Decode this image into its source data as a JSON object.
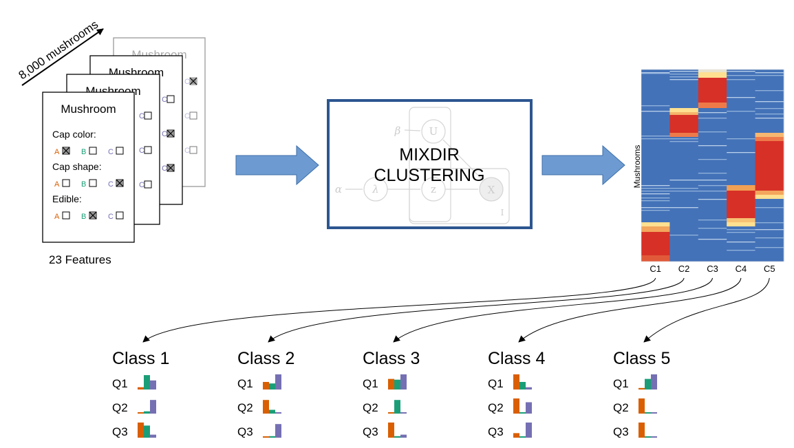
{
  "diagram": {
    "arrow_label": "8,000 mushrooms",
    "card": {
      "title": "Mushroom",
      "questions": [
        {
          "label": "Cap color:",
          "checked": "A"
        },
        {
          "label": "Cap shape:",
          "checked": "C"
        },
        {
          "label": "Edible:",
          "checked": "B"
        }
      ],
      "options": [
        "A",
        "B",
        "C"
      ],
      "option_colors": [
        "#d95f02",
        "#1b9e77",
        "#7570b3"
      ]
    },
    "features_label": "23 Features",
    "method_label_line1": "MIXDIR",
    "method_label_line2": "CLUSTERING",
    "graph": {
      "node_u": "U",
      "node_lambda": "λ",
      "node_z": "z",
      "node_x": "X",
      "param_beta": "β",
      "param_alpha": "α",
      "plate_i": "I"
    },
    "heatmap": {
      "y_label": "Mushrooms",
      "columns": [
        "C1",
        "C2",
        "C3",
        "C4",
        "C5"
      ]
    },
    "classes": [
      {
        "title": "Class 1",
        "questions": [
          {
            "label": "Q1",
            "values": [
              0.15,
              0.95,
              0.6
            ]
          },
          {
            "label": "Q2",
            "values": [
              0.05,
              0.15,
              0.9
            ]
          },
          {
            "label": "Q3",
            "values": [
              1.0,
              0.8,
              0.2
            ]
          }
        ]
      },
      {
        "title": "Class 2",
        "questions": [
          {
            "label": "Q1",
            "values": [
              0.5,
              0.4,
              1.0
            ]
          },
          {
            "label": "Q2",
            "values": [
              0.9,
              0.25,
              0.05
            ]
          },
          {
            "label": "Q3",
            "values": [
              0.05,
              0.1,
              0.9
            ]
          }
        ]
      },
      {
        "title": "Class 3",
        "questions": [
          {
            "label": "Q1",
            "values": [
              0.7,
              0.65,
              1.0
            ]
          },
          {
            "label": "Q2",
            "values": [
              0.05,
              0.9,
              0.05
            ]
          },
          {
            "label": "Q3",
            "values": [
              1.0,
              0.1,
              0.2
            ]
          }
        ]
      },
      {
        "title": "Class 4",
        "questions": [
          {
            "label": "Q1",
            "values": [
              1.0,
              0.5,
              0.15
            ]
          },
          {
            "label": "Q2",
            "values": [
              1.0,
              0.05,
              0.75
            ]
          },
          {
            "label": "Q3",
            "values": [
              0.3,
              0.05,
              1.0
            ]
          }
        ]
      },
      {
        "title": "Class 5",
        "questions": [
          {
            "label": "Q1",
            "values": [
              0.1,
              0.7,
              1.0
            ]
          },
          {
            "label": "Q2",
            "values": [
              1.0,
              0.05,
              0.05
            ]
          },
          {
            "label": "Q3",
            "values": [
              1.0,
              0.05,
              0.05
            ]
          }
        ]
      }
    ],
    "colors": {
      "arrow_fill": "#6d9bd1",
      "arrow_stroke": "#3d6ea8",
      "box_stroke": "#2c5690",
      "heat_blue": "#4472b8",
      "heat_red": "#d73027",
      "heat_yellow": "#fee090"
    }
  }
}
